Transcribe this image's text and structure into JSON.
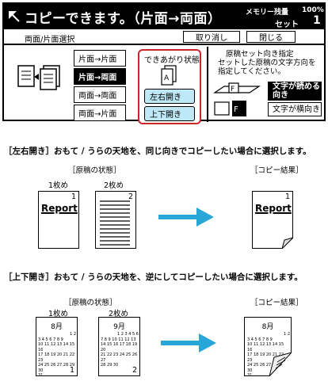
{
  "header": {
    "title": "コピーできます。（片面→両面）",
    "memory_label": "メモリー残量",
    "memory_value": "100%",
    "set_label": "セット",
    "set_value": "1"
  },
  "subbar": {
    "title": "両面/片面選択",
    "cancel_label": "取り消し",
    "close_label": "閉じる"
  },
  "modes": [
    {
      "label": "片面→片面",
      "selected": false
    },
    {
      "label": "片面→両面",
      "selected": true
    },
    {
      "label": "両面→両面",
      "selected": false
    },
    {
      "label": "両面→片面",
      "selected": false
    }
  ],
  "finish": {
    "label": "できあがり状態",
    "left_right": "左右開き",
    "top_bottom": "上下開き"
  },
  "orientation": {
    "text_line1": "原稿セット向き指定",
    "text_line2": "セットした原稿の文字方向を",
    "text_line3": "指定してください。",
    "readable_line1": "文字が読める",
    "readable_line2": "向き",
    "sideways": "文字が横向き"
  },
  "section1": {
    "heading": "［左右開き］おもて / うらの天地を、同じ向きでコピーしたい場合に選択します。",
    "original_label": "［原稿の状態］",
    "result_label": "［コピー結果］",
    "sheet1": "1枚め",
    "sheet2": "2枚め",
    "report": "Report",
    "page1": "1",
    "page2": "2"
  },
  "section2": {
    "heading": "［上下開き］おもて / うらの天地を、逆にしてコピーしたい場合に選択します。",
    "original_label": "［原稿の状態］",
    "result_label": "［コピー結果］",
    "sheet1": "1枚め",
    "sheet2": "2枚め",
    "month1": "8月",
    "month2": "9月",
    "page1": "1",
    "page2": "2",
    "cal1_rows": [
      "1 2",
      "3 4 5 6 7 8 9",
      "10 11 12 13 14 15 16",
      "17 18 19 20 21 22 23",
      "24 25 26 27 28 29 30",
      "31"
    ],
    "cal2_rows": [
      "1 2 3 4 5 6",
      "7 8 9 10 11 12 13",
      "14 15 16 17 18 19 20",
      "21 22 23 24 25 26 27",
      "28 29 30"
    ]
  },
  "colors": {
    "accent_blue": "#29a6d8",
    "red_outline": "#c8262a",
    "button_blue": "#bfe8f6"
  }
}
